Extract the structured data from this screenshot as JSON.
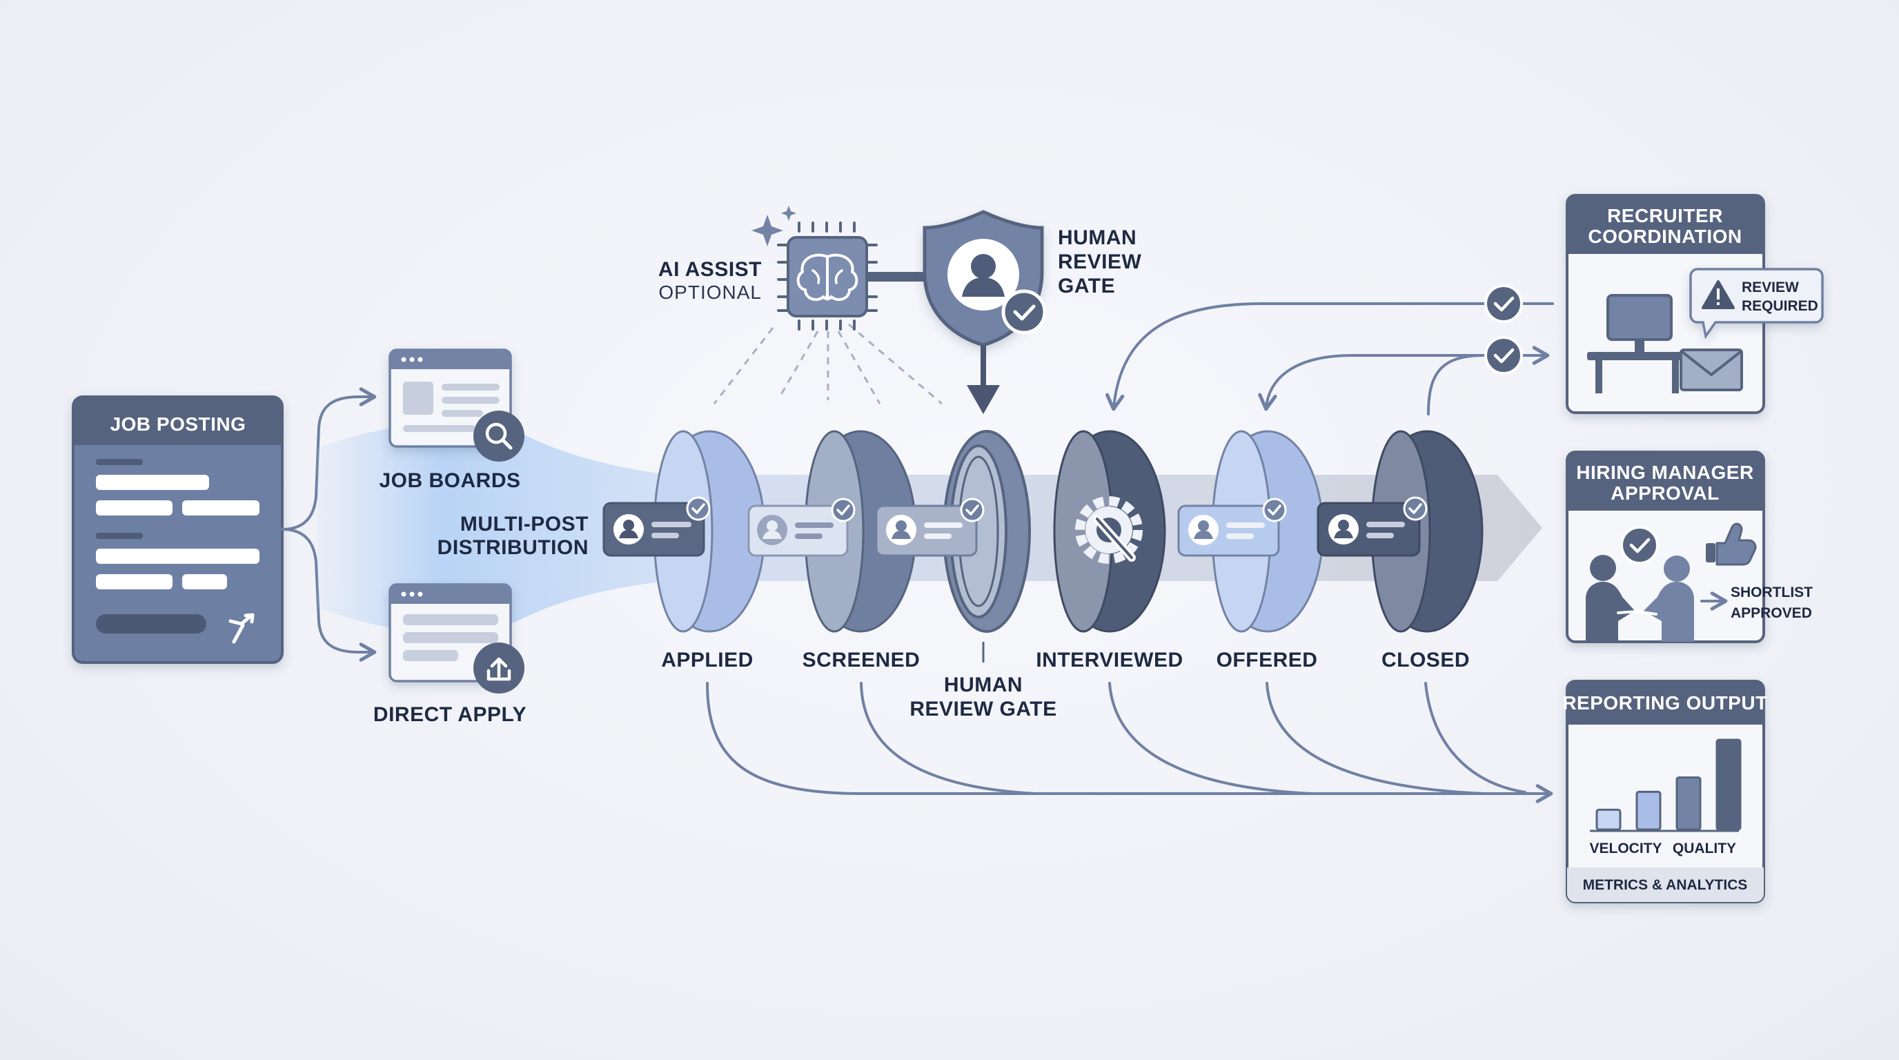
{
  "source": {
    "title": "JOB POSTING"
  },
  "channels": {
    "job_boards": "JOB BOARDS",
    "direct_apply": "DIRECT APPLY",
    "distribution_line1": "MULTI-POST",
    "distribution_line2": "DISTRIBUTION"
  },
  "ai_assist": {
    "line1": "AI ASSIST",
    "line2": "OPTIONAL"
  },
  "human_review_top": {
    "line1": "HUMAN",
    "line2": "REVIEW",
    "line3": "GATE"
  },
  "stages": [
    {
      "label": "APPLIED"
    },
    {
      "label": "SCREENED"
    },
    {
      "label": "INTERVIEWED"
    },
    {
      "label": "OFFERED"
    },
    {
      "label": "CLOSED"
    }
  ],
  "review_gate_label": {
    "line1": "HUMAN",
    "line2": "REVIEW GATE"
  },
  "recruiter": {
    "title_line1": "RECRUITER",
    "title_line2": "COORDINATION",
    "badge_line1": "REVIEW",
    "badge_line2": "REQUIRED"
  },
  "hiring_manager": {
    "title_line1": "HIRING MANAGER",
    "title_line2": "APPROVAL",
    "note_line1": "SHORTLIST",
    "note_line2": "APPROVED"
  },
  "reporting": {
    "title": "REPORTING OUTPUT",
    "label_velocity": "VELOCITY",
    "label_quality": "QUALITY",
    "footer": "METRICS & ANALYTICS",
    "bars": [
      0.22,
      0.42,
      0.58,
      1.0
    ]
  },
  "colors": {
    "dark": "#56647f",
    "mid": "#7383a5",
    "light": "#a9bde6",
    "accent_blue": "#c8dcf7"
  }
}
